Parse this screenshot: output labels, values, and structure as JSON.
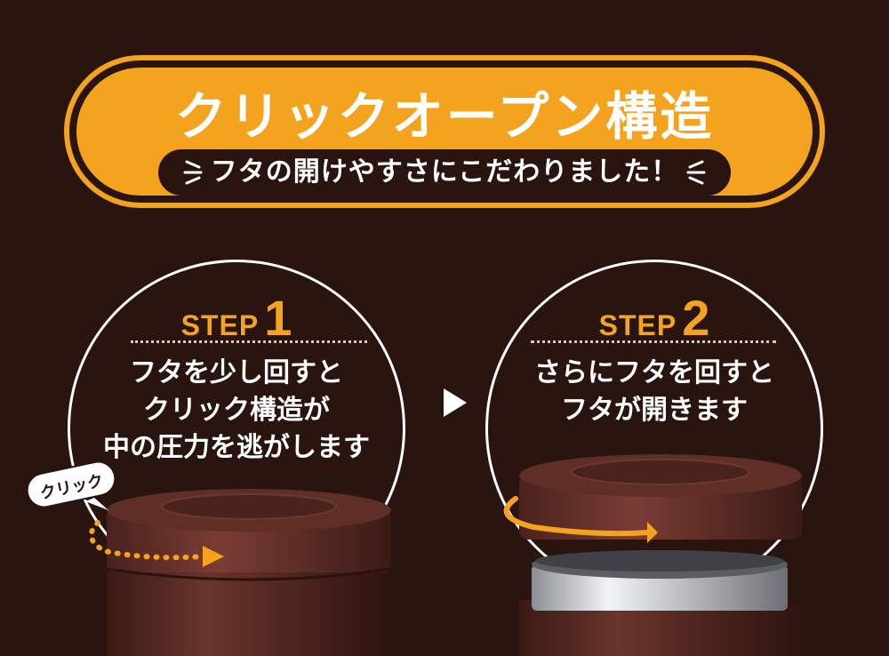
{
  "banner": {
    "title": "クリックオープン構造",
    "subtitle": "フタの開けやすさにこだわりました！"
  },
  "steps": [
    {
      "word": "STEP",
      "number": "1",
      "lines": [
        "フタを少し回すと",
        "クリック構造が",
        "中の圧力を逃がします"
      ]
    },
    {
      "word": "STEP",
      "number": "2",
      "lines": [
        "さらにフタを回すと",
        "フタが開きます"
      ]
    }
  ],
  "click_label": "クリック",
  "colors": {
    "background": "#2a140f",
    "accent": "#f3a31d",
    "text": "#ffffff",
    "lid": "#5a2c26"
  }
}
